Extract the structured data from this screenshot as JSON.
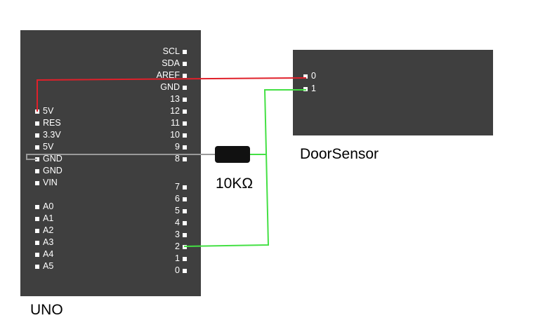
{
  "uno": {
    "label": "UNO",
    "right_pins": [
      "SCL",
      "SDA",
      "AREF",
      "GND",
      "13",
      "12",
      "11",
      "10",
      "9",
      "8",
      "7",
      "6",
      "5",
      "4",
      "3",
      "2",
      "1",
      "0"
    ],
    "left_pins": [
      "5V",
      "RES",
      "3.3V",
      "5V",
      "GND",
      "GND",
      "VIN",
      "A0",
      "A1",
      "A2",
      "A3",
      "A4",
      "A5"
    ]
  },
  "door_sensor": {
    "label": "DoorSensor",
    "pins": [
      "0",
      "1"
    ]
  },
  "resistor": {
    "label": "10KΩ"
  },
  "colors": {
    "board": "#3f3f3f",
    "wire_power": "#e0202a",
    "wire_signal": "#44e044",
    "wire_ground": "#9a9a9a",
    "resistor_body": "#111111"
  }
}
